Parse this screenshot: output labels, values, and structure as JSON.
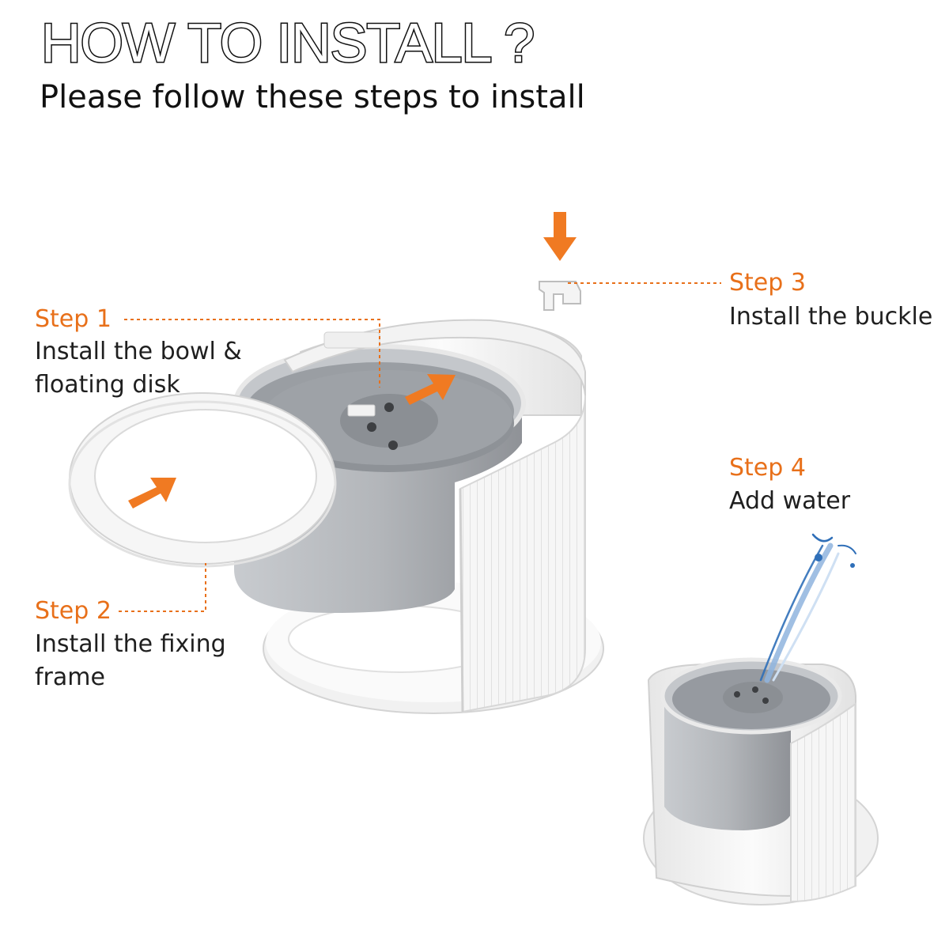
{
  "header": {
    "title": "HOW TO INSTALL ?",
    "subtitle": "Please follow these steps to install"
  },
  "steps": [
    {
      "label": "Step 1",
      "text": "Install the bowl &\nfloating disk"
    },
    {
      "label": "Step 2",
      "text": "Install the fixing\nframe"
    },
    {
      "label": "Step 3",
      "text": "Install the buckle"
    },
    {
      "label": "Step 4",
      "text": "Add water"
    }
  ],
  "colors": {
    "accent": "#f07a22",
    "step_label": "#e8701a",
    "body_white": "#f7f7f7",
    "bowl_gray": "#a9adb2",
    "disk_gray": "#8f9399"
  }
}
